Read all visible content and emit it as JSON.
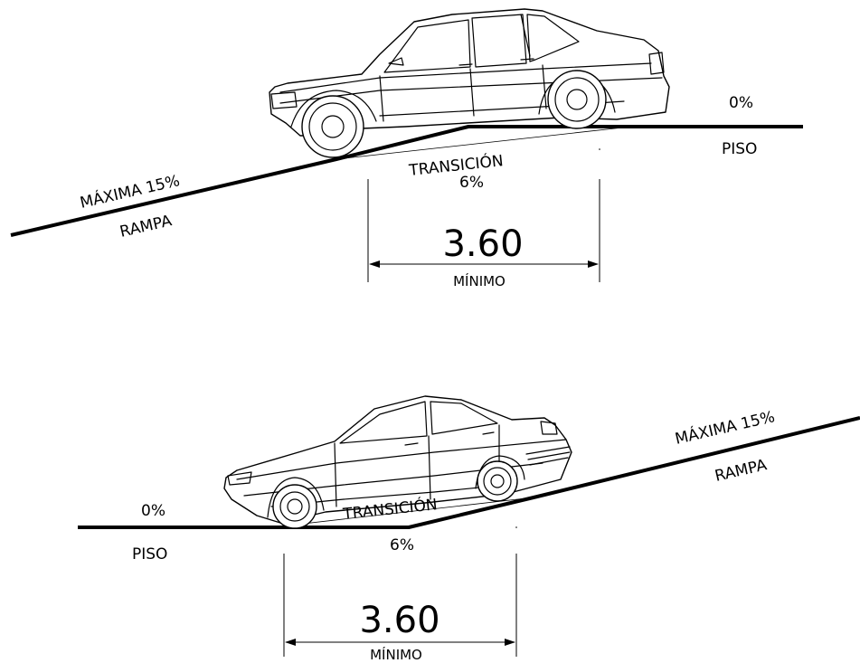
{
  "top": {
    "ramp_grade": "MÁXIMA 15%",
    "ramp_label": "RAMPA",
    "transition_label": "TRANSICIÓN",
    "transition_grade": "6%",
    "floor_grade": "0%",
    "floor_label": "PISO",
    "dimension_value": "3.60",
    "dimension_note": "MÍNIMO"
  },
  "bottom": {
    "floor_grade": "0%",
    "floor_label": "PISO",
    "transition_label": "TRANSICIÓN",
    "transition_grade": "6%",
    "ramp_grade": "MÁXIMA 15%",
    "ramp_label": "RAMPA",
    "dimension_value": "3.60",
    "dimension_note": "MÍNIMO"
  }
}
